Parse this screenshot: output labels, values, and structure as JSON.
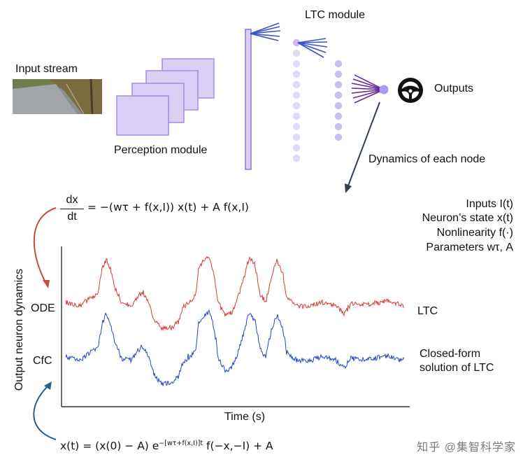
{
  "pipeline": {
    "input_label": "Input stream",
    "perception_label": "Perception module",
    "ltc_label": "LTC module",
    "outputs_label": "Outputs",
    "dynamics_label": "Dynamics of each node",
    "steering_icon": "steering-wheel-icon"
  },
  "equations": {
    "ode_num": "dx",
    "ode_den": "dt",
    "ode_rhs": "= −(wτ + f(x,I)) x(t) + A f(x,I)",
    "cfc_lhs": "x(t) = (x(0) − A) e",
    "cfc_exp": "−[wτ+f(x,I)]t",
    "cfc_rhs": " f(−x,−I) + A"
  },
  "legend": {
    "inputs": "Inputs I(t)",
    "state": "Neuron’s state x(t)",
    "nonlinearity": "Nonlinearity f(·)",
    "params": "Parameters wτ, A"
  },
  "plot": {
    "ylabel": "Output neuron dynamics",
    "xlabel": "Time (s)",
    "ode_tick": "ODE",
    "cfc_tick": "CfC",
    "ltc_label": "LTC",
    "cfc_label_1": "Closed-form",
    "cfc_label_2": "solution of LTC",
    "ltc_color": "#d43a35",
    "cfc_color": "#2745c4"
  },
  "colors": {
    "module_fill": "#d9cbf3",
    "module_stroke": "#a58fe0",
    "neuron": "#b9acf0",
    "connections": "#3b55c2",
    "output_lines": "#6a2b9a",
    "arrow_red": "#c0503a",
    "arrow_blue": "#2d5e86"
  },
  "watermark": "知乎 @集智科学家"
}
